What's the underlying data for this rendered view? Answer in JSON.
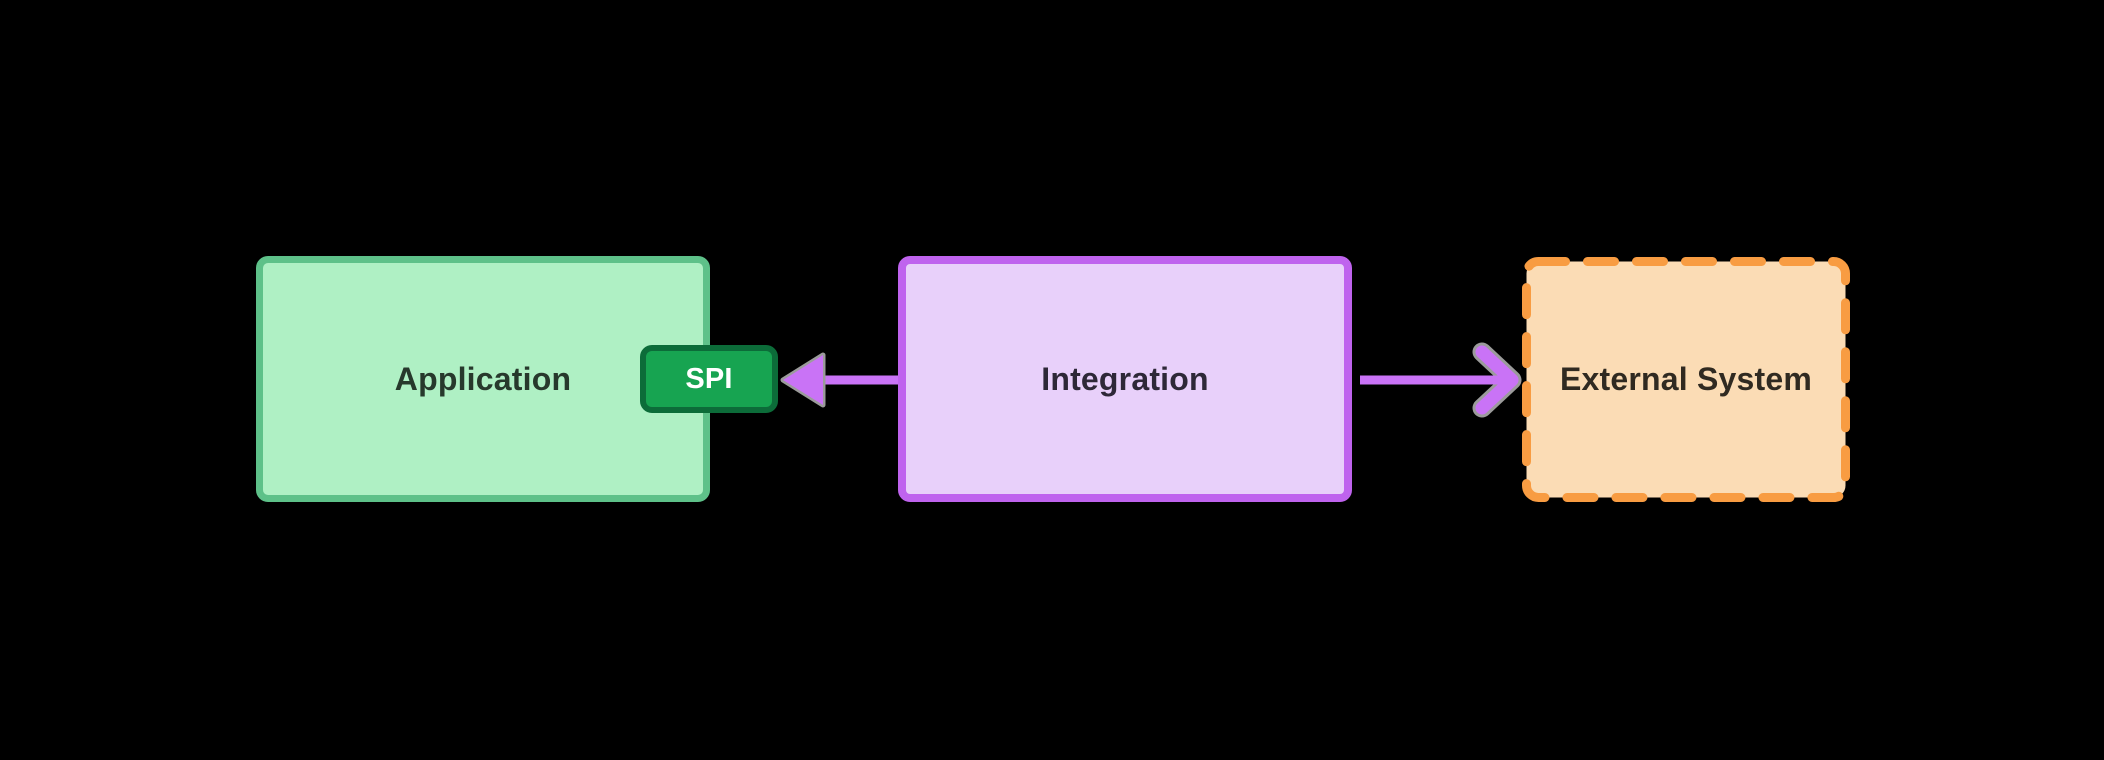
{
  "canvas": {
    "background": "#000000"
  },
  "nodes": {
    "application": {
      "label": "Application",
      "fill": "#aff0c4",
      "border": "#5ec189",
      "text_color": "#27392c"
    },
    "spi": {
      "label": "SPI",
      "fill": "#17a451",
      "border": "#0c6c39",
      "text_color": "#ffffff"
    },
    "integration": {
      "label": "Integration",
      "fill": "#e8d0fa",
      "border": "#bf63ee",
      "text_color": "#2e2838"
    },
    "external": {
      "label": "External System",
      "fill": "#fbdcb5",
      "border": "#f89c42",
      "border_style": "dashed",
      "text_color": "#302a21"
    }
  },
  "connectors": {
    "color": "#c973f6",
    "outline_color": "#9b9b9b",
    "items": [
      {
        "name": "integration-to-spi",
        "from": "Integration",
        "to": "Application (SPI)",
        "direction": "left",
        "head": "filled-triangle"
      },
      {
        "name": "integration-to-external",
        "from": "Integration",
        "to": "External System",
        "direction": "right",
        "head": "open-chevron"
      }
    ]
  }
}
